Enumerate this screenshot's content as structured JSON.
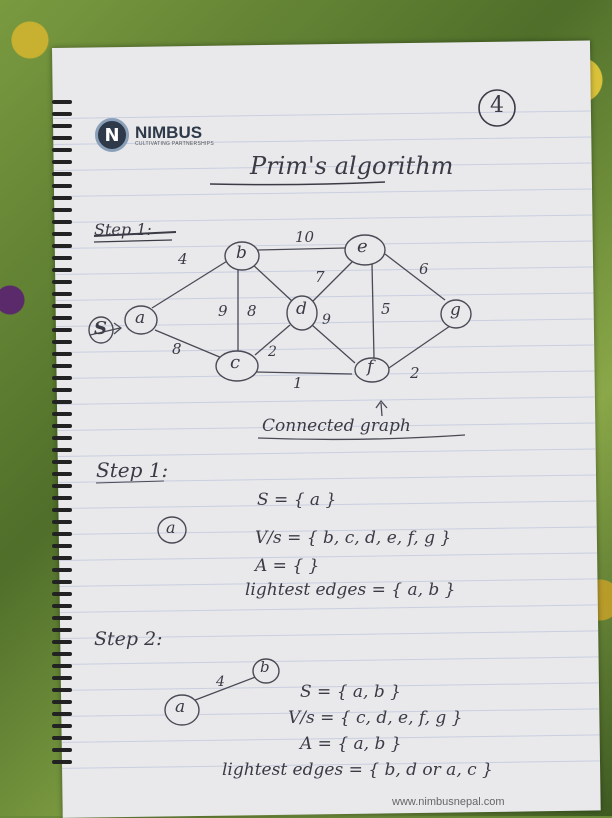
{
  "page_number": "4",
  "logo": {
    "name": "NIMBUS",
    "tagline": "CULTIVATING PARTNERSHIPS",
    "mark": "N"
  },
  "title": "Prim's algorithm",
  "crossed_label": "Step 1:",
  "graph": {
    "nodes": [
      "a",
      "b",
      "c",
      "d",
      "e",
      "f",
      "g"
    ],
    "start_marker": "S",
    "edges": [
      {
        "from": "a",
        "to": "b",
        "w": "4"
      },
      {
        "from": "a",
        "to": "c",
        "w": "8"
      },
      {
        "from": "b",
        "to": "e",
        "w": "10"
      },
      {
        "from": "b",
        "to": "c",
        "w": "9"
      },
      {
        "from": "b",
        "to": "d",
        "w": "8"
      },
      {
        "from": "d",
        "to": "e",
        "w": "7"
      },
      {
        "from": "d",
        "to": "c",
        "w": "2"
      },
      {
        "from": "d",
        "to": "f",
        "w": "9"
      },
      {
        "from": "e",
        "to": "f",
        "w": "5"
      },
      {
        "from": "e",
        "to": "g",
        "w": "6"
      },
      {
        "from": "c",
        "to": "f",
        "w": "1"
      },
      {
        "from": "f",
        "to": "g",
        "w": "2"
      }
    ],
    "caption": "Connected graph"
  },
  "step1": {
    "heading": "Step 1:",
    "node": "a",
    "lines": [
      "S = { a }",
      "V/s = { b, c, d, e, f, g }",
      "A = { }",
      "lightest edges = { a, b }"
    ]
  },
  "step2": {
    "heading": "Step 2:",
    "nodes": [
      "a",
      "b"
    ],
    "edge_weight": "4",
    "lines": [
      "S = { a, b }",
      "V/s = { c, d, e, f, g }",
      "A = { a, b }",
      "lightest edges = { b, d or a, c }"
    ]
  },
  "footer_url": "www.nimbusnepal.com"
}
